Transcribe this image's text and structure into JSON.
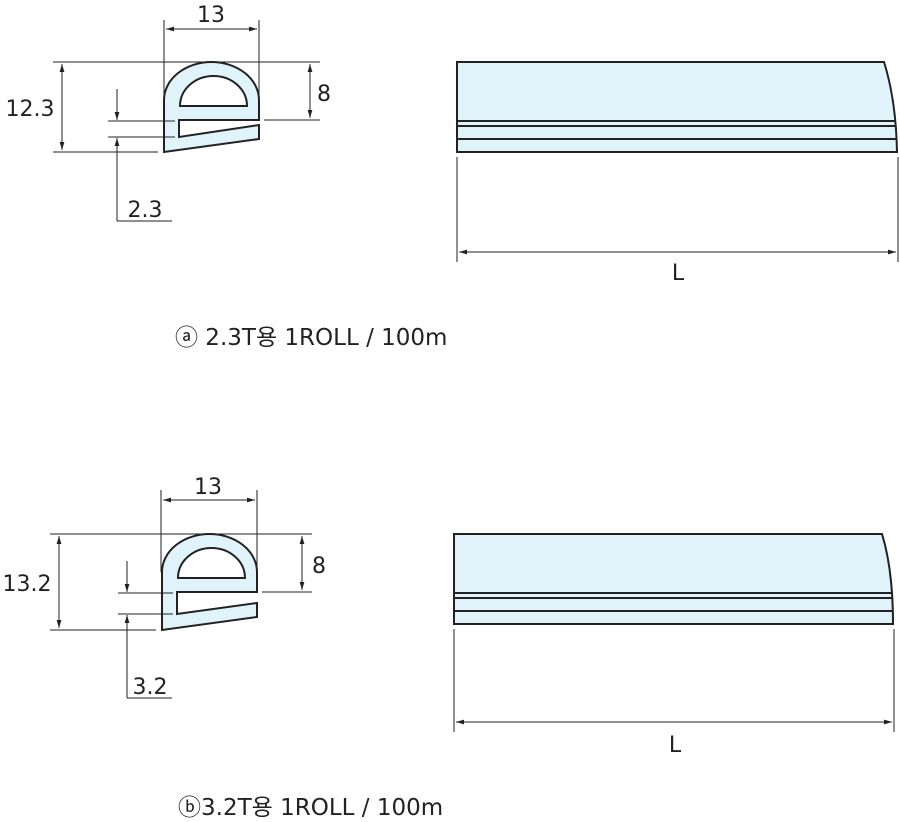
{
  "fill_color": "#e0f3fb",
  "profiles": [
    {
      "width": "13",
      "height": "12.3",
      "bulb_height": "8",
      "thickness": "2.3",
      "length_label": "L",
      "caption": "ⓐ  2.3T용 1ROLL / 100m"
    },
    {
      "width": "13",
      "height": "13.2",
      "bulb_height": "8",
      "thickness": "3.2",
      "length_label": "L",
      "caption": "ⓑ3.2T용 1ROLL / 100m"
    }
  ]
}
